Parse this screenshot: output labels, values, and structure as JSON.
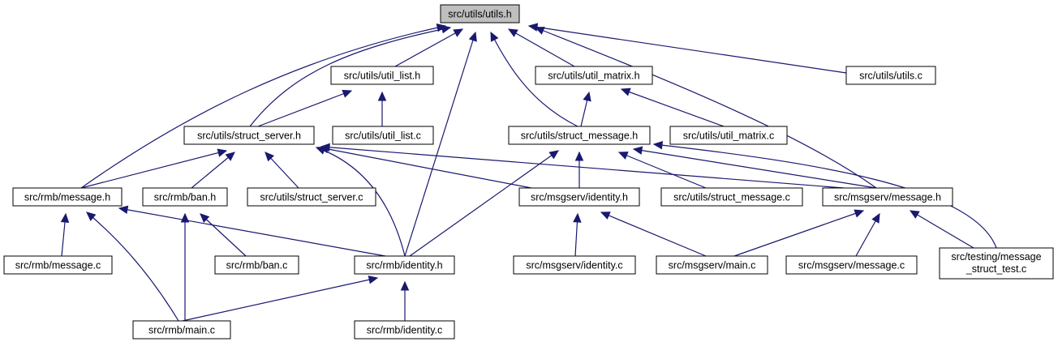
{
  "colors": {
    "edge": "#191970",
    "root_fill": "#bfbfbf",
    "node_fill": "#ffffff",
    "node_border": "#000000"
  },
  "nodes": {
    "utils_h": "src/utils/utils.h",
    "util_list_h": "src/utils/util_list.h",
    "util_matrix_h": "src/utils/util_matrix.h",
    "utils_c": "src/utils/utils.c",
    "struct_server_h": "src/utils/struct_server.h",
    "util_list_c": "src/utils/util_list.c",
    "struct_message_h": "src/utils/struct_message.h",
    "util_matrix_c": "src/utils/util_matrix.c",
    "rmb_message_h": "src/rmb/message.h",
    "rmb_ban_h": "src/rmb/ban.h",
    "struct_server_c": "src/utils/struct_server.c",
    "msgserv_identity_h": "src/msgserv/identity.h",
    "struct_message_c": "src/utils/struct_message.c",
    "msgserv_message_h": "src/msgserv/message.h",
    "rmb_message_c": "src/rmb/message.c",
    "rmb_ban_c": "src/rmb/ban.c",
    "rmb_identity_h": "src/rmb/identity.h",
    "msgserv_identity_c": "src/msgserv/identity.c",
    "msgserv_main_c": "src/msgserv/main.c",
    "msgserv_message_c": "src/msgserv/message.c",
    "testing_test_c_line1": "src/testing/message",
    "testing_test_c_line2": "_struct_test.c",
    "rmb_main_c": "src/rmb/main.c",
    "rmb_identity_c": "src/rmb/identity.c"
  }
}
